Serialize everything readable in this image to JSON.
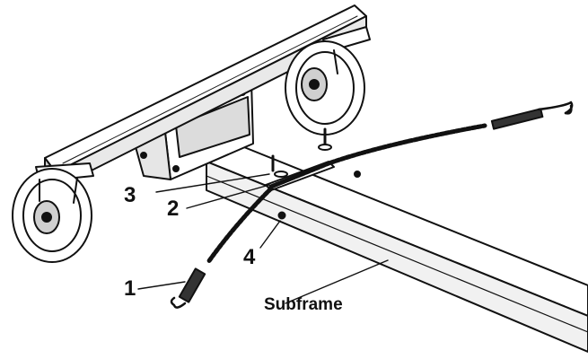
{
  "callouts": {
    "one": "1",
    "two": "2",
    "three": "3",
    "four": "4",
    "subframe": "Subframe"
  },
  "colors": {
    "line": "#111111",
    "fill": "#ffffff",
    "shade": "#d9d9d9",
    "dark": "#333333"
  }
}
